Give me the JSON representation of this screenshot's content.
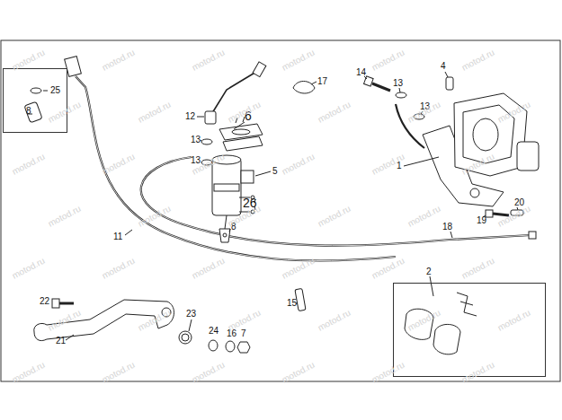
{
  "diagram": {
    "nodes": [
      {
        "text": [
          "25",
          "8"
        ]
      },
      {
        "text": [
          "2"
        ]
      }
    ],
    "labels": [
      "17",
      "14",
      "4",
      "13",
      "13",
      "12",
      "6",
      "13",
      "13",
      "1",
      "5",
      "26",
      "8",
      "19",
      "20",
      "11",
      "18",
      "15",
      "22",
      "23",
      "24",
      "16",
      "7",
      "21",
      "motod.ru",
      "motod.ru",
      "motod.ru",
      "motod.ru",
      "motod.ru",
      "motod.ru",
      "motod.ru",
      "motod.ru",
      "motod.ru",
      "motod.ru",
      "motod.ru",
      "motod.ru",
      "motod.ru",
      "motod.ru",
      "motod.ru",
      "motod.ru",
      "motod.ru",
      "motod.ru",
      "motod.ru",
      "motod.ru",
      "motod.ru",
      "motod.ru",
      "motod.ru",
      "motod.ru",
      "motod.ru",
      "motod.ru",
      "motod.ru",
      "motod.ru",
      "motod.ru",
      "motod.ru",
      "motod.ru",
      "motod.ru",
      "motod.ru",
      "motod.ru",
      "motod.ru",
      "motod.ru",
      "motod.ru",
      "motod.ru",
      "motod.ru",
      "motod.ru",
      "motod.ru",
      "motod.ru"
    ]
  }
}
